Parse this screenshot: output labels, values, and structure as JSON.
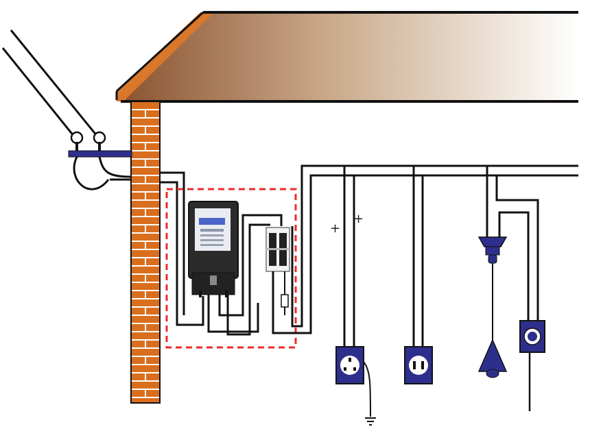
{
  "diagram": {
    "labels": {
      "plus_left": "+",
      "plus_right": "+"
    },
    "colors": {
      "roof_dark": "#8a5230",
      "roof_light": "#ffffff",
      "roof_edge": "#d9772a",
      "brick": "#d86e1e",
      "mortar": "#ffffff",
      "fixture_blue": "#2e2f8c",
      "meter_box_border": "#ee2a2a",
      "meter_body": "#2b2b2b",
      "meter_screen": "#4a64c8"
    },
    "components": [
      "roof",
      "brick-wall",
      "overhead-service-lines",
      "insulator-bracket",
      "electric-meter",
      "knife-switch",
      "fuse",
      "three-pin-socket",
      "two-pin-socket",
      "pendant-lamp",
      "light-switch",
      "ground-symbol"
    ]
  }
}
